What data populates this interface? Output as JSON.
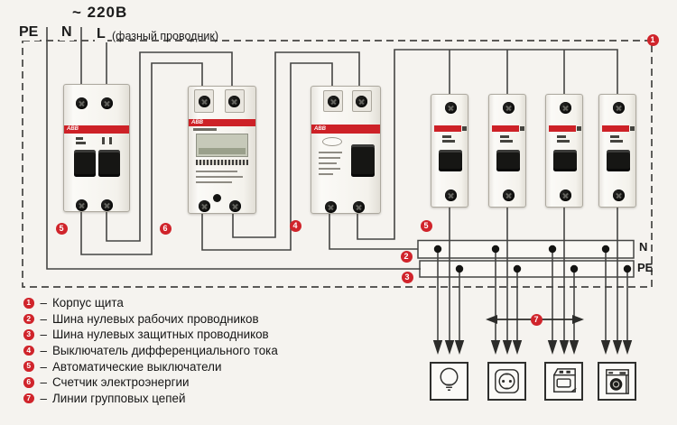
{
  "header": {
    "voltage": "~ 220В",
    "pe": "PE",
    "n": "N",
    "l": "L",
    "l_note": "(фазный проводник)"
  },
  "brand": "ABB",
  "bus": {
    "n_label": "N",
    "pe_label": "PE"
  },
  "markers": {
    "enclosure": "1",
    "n_bus": "2",
    "pe_bus": "3",
    "rcd": "4",
    "main_breaker": "5",
    "group_breakers": "5",
    "meter": "6",
    "group_lines": "7"
  },
  "legend": {
    "separator": "–",
    "items": [
      {
        "num": "1",
        "label": "Корпус щита"
      },
      {
        "num": "2",
        "label": "Шина нулевых рабочих проводников"
      },
      {
        "num": "3",
        "label": "Шина нулевых защитных проводников"
      },
      {
        "num": "4",
        "label": "Выключатель дифференциального тока"
      },
      {
        "num": "5",
        "label": "Автоматические выключатели"
      },
      {
        "num": "6",
        "label": "Счетчик электроэнергии"
      },
      {
        "num": "7",
        "label": "Линии групповых цепей"
      }
    ]
  },
  "appliances": [
    {
      "icon": "lamp-icon"
    },
    {
      "icon": "socket-icon"
    },
    {
      "icon": "stove-icon"
    },
    {
      "icon": "washing-machine-icon"
    }
  ],
  "colors": {
    "wire": "#454543",
    "accent_red": "#d0242b",
    "device_stripe_red": "#cd2127",
    "background": "#f5f3ef"
  }
}
